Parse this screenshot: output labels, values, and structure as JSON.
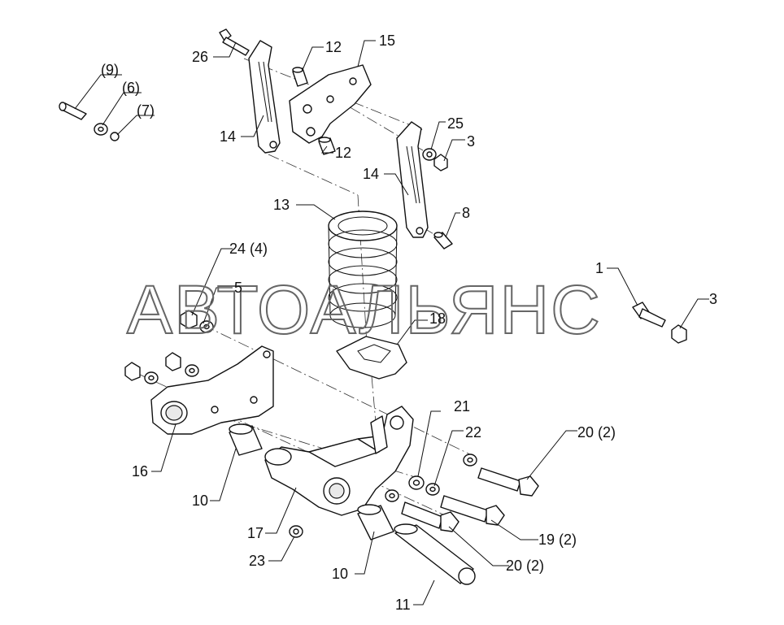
{
  "watermark": "АВТОАЛЬЯНС",
  "callouts": {
    "c1": "1",
    "c3a": "3",
    "c3b": "3",
    "c5": "5",
    "c6": "(6)",
    "c7": "(7)",
    "c8": "8",
    "c9": "(9)",
    "c10a": "10",
    "c10b": "10",
    "c11": "11",
    "c12a": "12",
    "c12b": "12",
    "c13": "13",
    "c14a": "14",
    "c14b": "14",
    "c15": "15",
    "c16": "16",
    "c17": "17",
    "c18": "18",
    "c19": "19 (2)",
    "c20a": "20 (2)",
    "c20b": "20 (2)",
    "c21": "21",
    "c22": "22",
    "c23": "23",
    "c24": "24 (4)",
    "c25": "25",
    "c26": "26"
  }
}
